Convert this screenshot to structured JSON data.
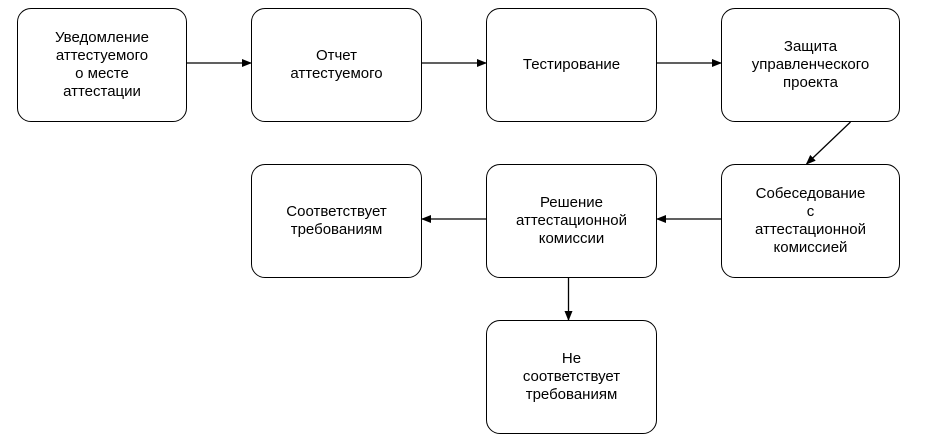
{
  "diagram": {
    "type": "flowchart",
    "nodes": [
      {
        "id": "notice",
        "label": "Уведомление\nаттестуемого\nо месте\nаттестации"
      },
      {
        "id": "report",
        "label": "Отчет\nаттестуемого"
      },
      {
        "id": "testing",
        "label": "Тестирование"
      },
      {
        "id": "project",
        "label": "Защита\nуправленческого\nпроекта"
      },
      {
        "id": "interview",
        "label": "Собеседование\nс\nаттестационной\nкомиссией"
      },
      {
        "id": "decision",
        "label": "Решение\nаттестационной\nкомиссии"
      },
      {
        "id": "meets",
        "label": "Соответствует\nтребованиям"
      },
      {
        "id": "not_meets",
        "label": "Не\nсоответствует\nтребованиям"
      }
    ],
    "edges": [
      {
        "from": "notice",
        "to": "report"
      },
      {
        "from": "report",
        "to": "testing"
      },
      {
        "from": "testing",
        "to": "project"
      },
      {
        "from": "project",
        "to": "interview"
      },
      {
        "from": "interview",
        "to": "decision"
      },
      {
        "from": "decision",
        "to": "meets"
      },
      {
        "from": "decision",
        "to": "not_meets"
      }
    ],
    "colors": {
      "stroke": "#000000",
      "fill": "#ffffff",
      "text": "#000000"
    }
  }
}
